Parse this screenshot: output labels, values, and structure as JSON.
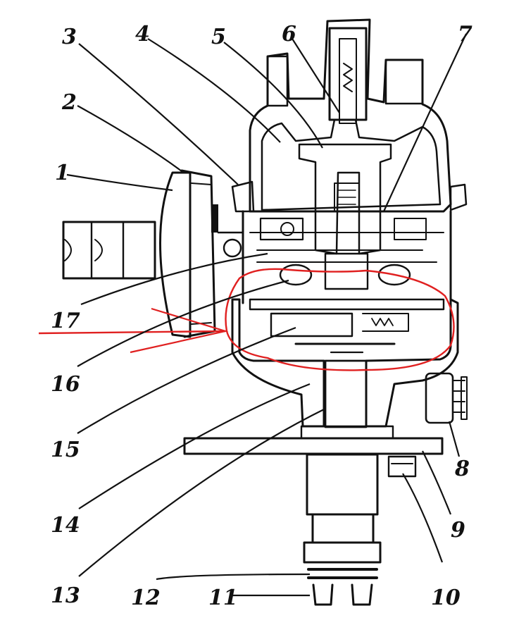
{
  "labels": {
    "l1": "1",
    "l2": "2",
    "l3": "3",
    "l4": "4",
    "l5": "5",
    "l6": "6",
    "l7": "7",
    "l8": "8",
    "l9": "9",
    "l10": "10",
    "l11": "11",
    "l12": "12",
    "l13": "13",
    "l14": "14",
    "l15": "15",
    "l16": "16",
    "l17": "17"
  },
  "colors": {
    "ink": "#111111",
    "paper": "#ffffff",
    "annotation": "#e02020"
  }
}
